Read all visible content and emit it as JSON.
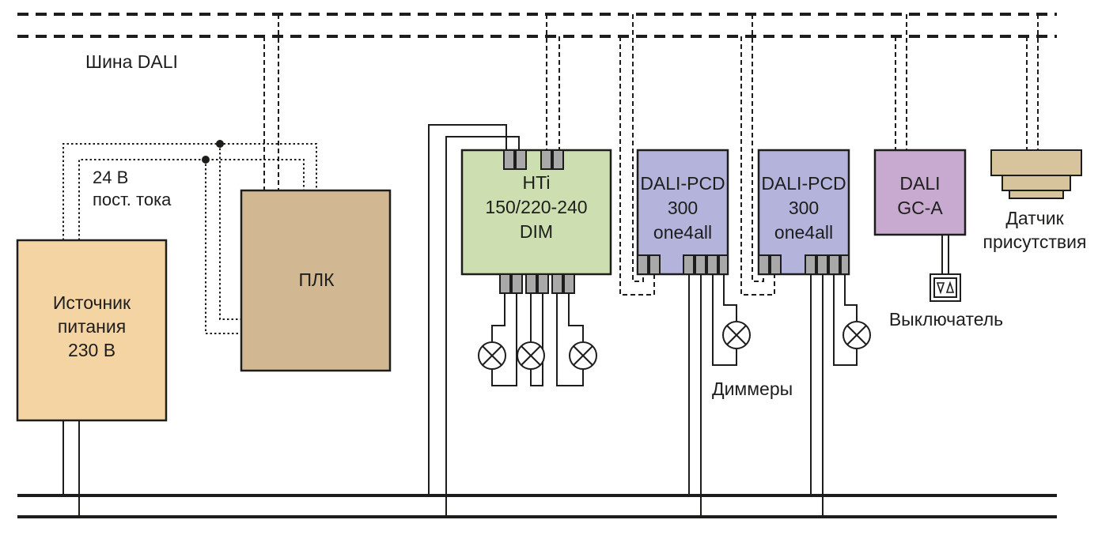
{
  "labels": {
    "bus": "Шина DALI",
    "supply_voltage_1": "24 В",
    "supply_voltage_2": "пост. тока",
    "power_source_1": "Источник",
    "power_source_2": "питания",
    "power_source_3": "230 В",
    "plc": "ПЛК",
    "hti_1": "HTi",
    "hti_2": "150/220-240",
    "hti_3": "DIM",
    "pcd1_1": "DALI-PCD",
    "pcd1_2": "300",
    "pcd1_3": "one4all",
    "pcd2_1": "DALI-PCD",
    "pcd2_2": "300",
    "pcd2_3": "one4all",
    "gc_1": "DALI",
    "gc_2": "GC-A",
    "sensor_1": "Датчик",
    "sensor_2": "присутствия",
    "switch": "Выключатель",
    "dimmers": "Диммеры"
  },
  "colors": {
    "power_source": "#f5d4a4",
    "plc": "#d1b892",
    "hti": "#cddfb0",
    "pcd": "#b3b3dc",
    "gc": "#c8a9d0",
    "sensor": "#d8c49c",
    "terminal": "#a9a9a9",
    "line": "#1d1d1b"
  },
  "icons": {
    "lamp": "lamp-icon",
    "switch": "switch-icon"
  }
}
